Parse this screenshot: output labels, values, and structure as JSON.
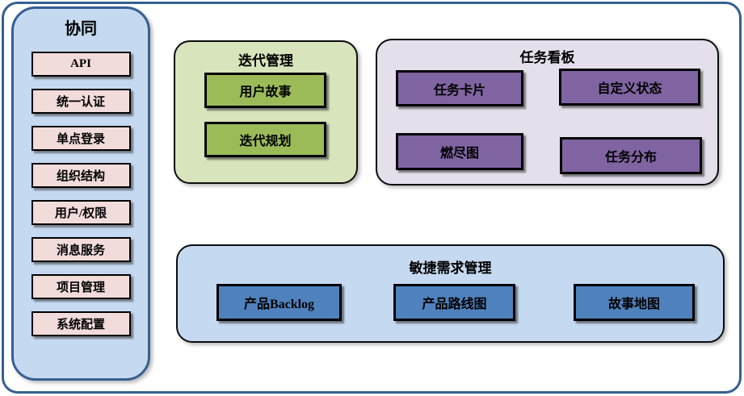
{
  "colors": {
    "frame_border": "#365f91",
    "sidebar_bg": "#c5d9f1",
    "sidebar_item_bg": "#f2dbdb",
    "green_box_bg": "#d7e4bc",
    "green_item_bg": "#9bbb59",
    "purple_box_bg": "#e5dfec",
    "purple_item_bg": "#8064a2",
    "blue_box_bg": "#c5d9f1",
    "blue_item_bg": "#4f81bd",
    "item_border": "#000000"
  },
  "sidebar": {
    "title": "协同",
    "items": [
      "API",
      "统一认证",
      "单点登录",
      "组织结构",
      "用户/权限",
      "消息服务",
      "项目管理",
      "系统配置"
    ]
  },
  "groups": [
    {
      "title": "迭代管理",
      "items": [
        "用户故事",
        "迭代规划"
      ]
    },
    {
      "title": "任务看板",
      "items": [
        "任务卡片",
        "自定义状态",
        "燃尽图",
        "任务分布"
      ]
    },
    {
      "title": "敏捷需求管理",
      "items": [
        "产品Backlog",
        "产品路线图",
        "故事地图"
      ]
    }
  ]
}
